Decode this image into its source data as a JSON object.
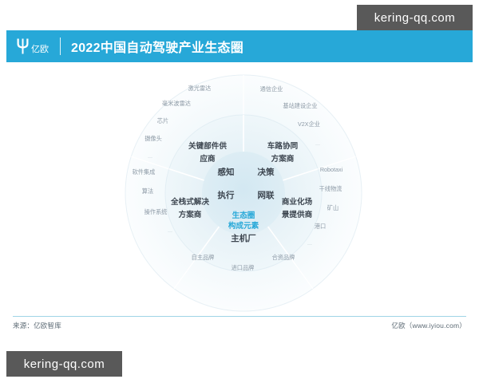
{
  "header": {
    "brand": "亿欧",
    "logo_icon": "yiou-y-logo-icon",
    "title": "2022中国自动驾驶产业生态圈"
  },
  "diagram": {
    "center": {
      "label_line1": "生态圈",
      "label_line2": "构成元素",
      "color": "#27a8d8",
      "core_items": [
        "感知",
        "决策",
        "执行",
        "网联"
      ]
    },
    "segments": [
      {
        "key": "key-components",
        "mid_label_line1": "关键部件供",
        "mid_label_line2": "应商",
        "outer_items": [
          "激光雷达",
          "毫米波雷达",
          "芯片",
          "摄像头",
          "..."
        ]
      },
      {
        "key": "v2x-solutions",
        "mid_label_line1": "车路协同",
        "mid_label_line2": "方案商",
        "outer_items": [
          "通信企业",
          "基站建设企业",
          "V2X企业",
          "..."
        ]
      },
      {
        "key": "commercial-scenarios",
        "mid_label_line1": "商业化场",
        "mid_label_line2": "景提供商",
        "outer_items": [
          "Robotaxi",
          "干线物流",
          "矿山",
          "港口",
          "..."
        ]
      },
      {
        "key": "oem",
        "mid_label_line1": "主机厂",
        "mid_label_line2": "",
        "outer_items": [
          "自主品牌",
          "进口品牌",
          "合资品牌"
        ]
      },
      {
        "key": "full-stack-solutions",
        "mid_label_line1": "全栈式解决",
        "mid_label_line2": "方案商",
        "outer_items": [
          "软件集成",
          "算法",
          "操作系统",
          "..."
        ]
      }
    ],
    "colors": {
      "core_fill": "#dcecf4",
      "mid_fill": "#eaf4f8",
      "outer_fill": "#f4fafc",
      "divider": "#ffffff",
      "outline": "#dfeaf0"
    }
  },
  "footer": {
    "source": "来源：亿欧智库",
    "site": "亿欧（www.iyiou.com）"
  },
  "watermarks": {
    "top": "kering-qq.com",
    "bottom": "kering-qq.com"
  }
}
